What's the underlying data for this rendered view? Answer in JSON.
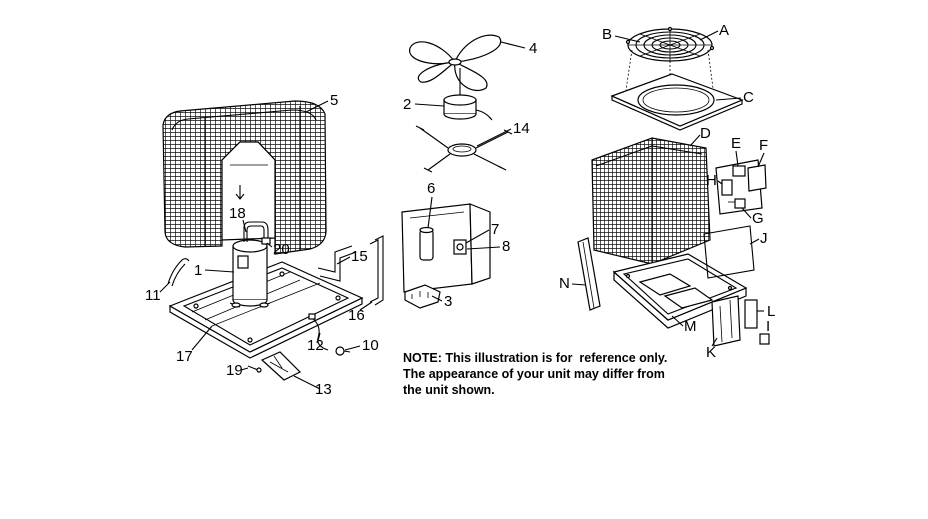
{
  "callouts": {
    "c1": "1",
    "c2": "2",
    "c3": "3",
    "c4": "4",
    "c5": "5",
    "c6": "6",
    "c7": "7",
    "c8": "8",
    "c10": "10",
    "c11": "11",
    "c12": "12",
    "c13": "13",
    "c14": "14",
    "c15": "15",
    "c16": "16",
    "c17": "17",
    "c18": "18",
    "c19": "19",
    "c20": "20"
  },
  "letters": {
    "A": "A",
    "B": "B",
    "C": "C",
    "D": "D",
    "E": "E",
    "F": "F",
    "G": "G",
    "H": "H",
    "I": "I",
    "J": "J",
    "K": "K",
    "L": "L",
    "M": "M",
    "N": "N"
  },
  "note": {
    "line1": "NOTE: This illustration is for  reference only.",
    "line2": "The appearance of your unit may differ from",
    "line3": "the unit shown."
  }
}
